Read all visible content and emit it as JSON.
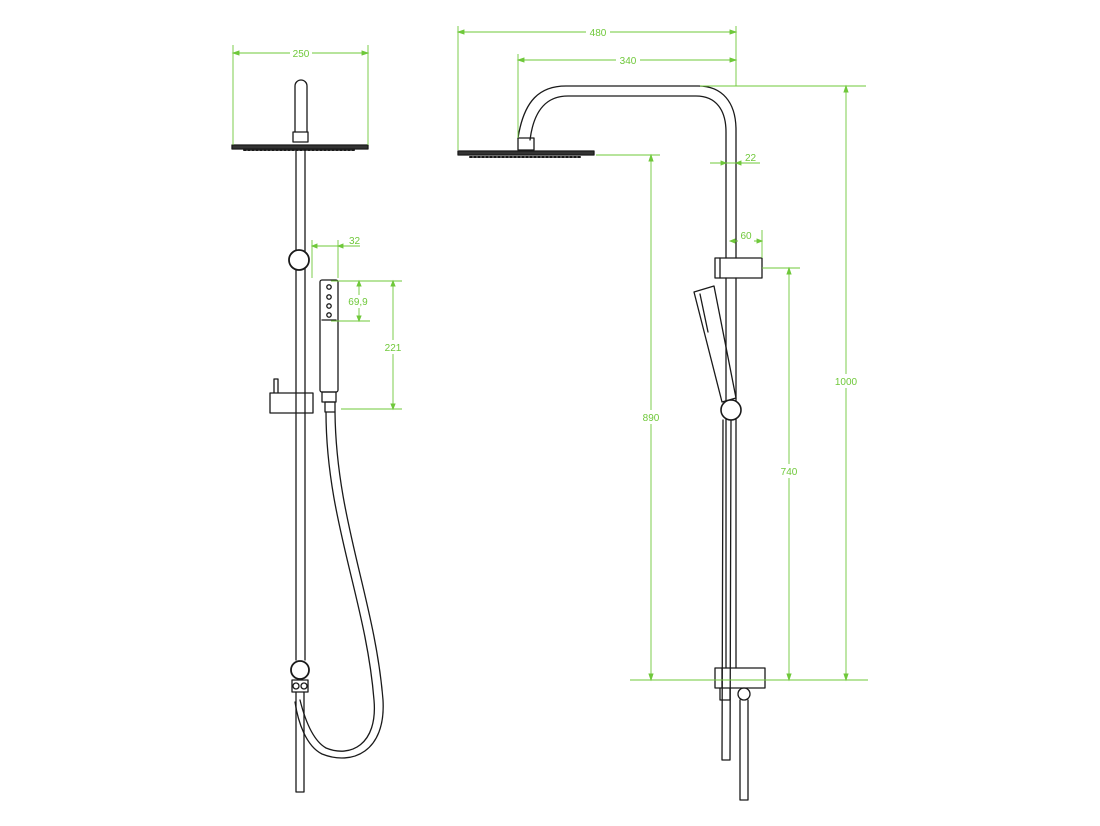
{
  "colors": {
    "line": "#1a1a1a",
    "dimension": "#6fc83a",
    "background": "#ffffff"
  },
  "front_view": {
    "head_width": "250",
    "handshower_width": "32",
    "nozzle_spacing": "69,9",
    "handshower_length": "221"
  },
  "side_view": {
    "overall_projection": "480",
    "arm_projection": "340",
    "riser_diameter": "22",
    "slider_projection": "60",
    "head_height": "890",
    "slider_height": "740",
    "overall_height": "1000"
  }
}
